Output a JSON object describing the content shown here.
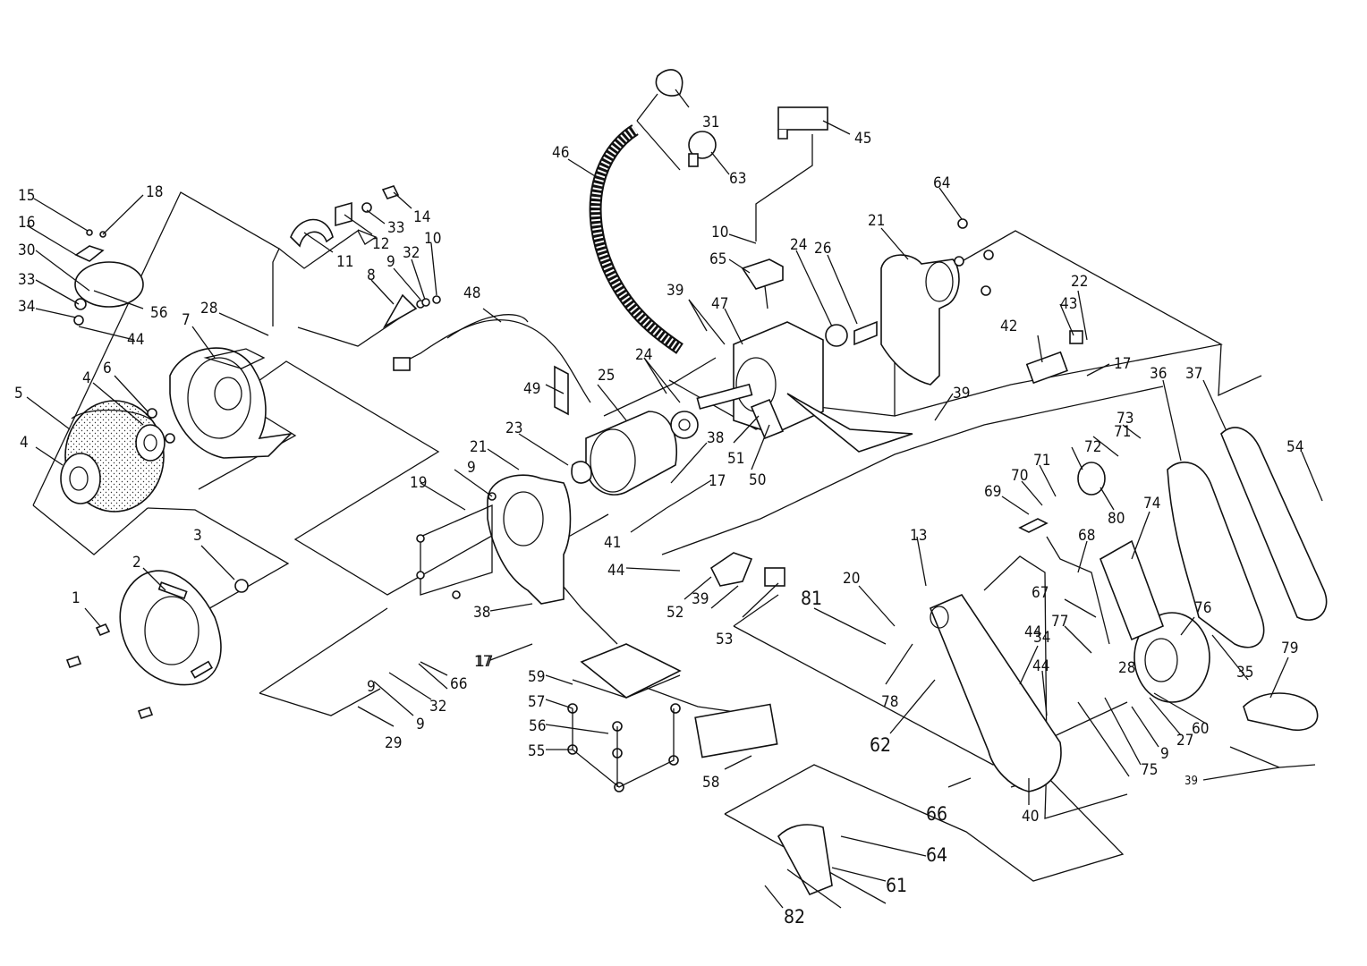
{
  "diagram": {
    "labels": [
      "1",
      "2",
      "3",
      "4",
      "4",
      "5",
      "6",
      "7",
      "8",
      "9",
      "9",
      "9",
      "9",
      "9",
      "10",
      "10",
      "11",
      "12",
      "13",
      "14",
      "15",
      "16",
      "17",
      "17",
      "17",
      "17",
      "18",
      "19",
      "20",
      "21",
      "21",
      "22",
      "23",
      "24",
      "24",
      "25",
      "26",
      "27",
      "28",
      "28",
      "29",
      "30",
      "31",
      "32",
      "32",
      "33",
      "33",
      "34",
      "34",
      "35",
      "36",
      "37",
      "38",
      "38",
      "39",
      "39",
      "39",
      "39",
      "40",
      "41",
      "42",
      "43",
      "44",
      "44",
      "44",
      "44",
      "45",
      "46",
      "47",
      "48",
      "49",
      "50",
      "51",
      "52",
      "53",
      "54",
      "55",
      "56",
      "56",
      "57",
      "58",
      "59",
      "60",
      "61",
      "62",
      "63",
      "64",
      "64",
      "65",
      "66",
      "66",
      "67",
      "68",
      "69",
      "70",
      "71",
      "71",
      "72",
      "73",
      "74",
      "75",
      "76",
      "77",
      "78",
      "79",
      "80",
      "81",
      "82"
    ]
  }
}
